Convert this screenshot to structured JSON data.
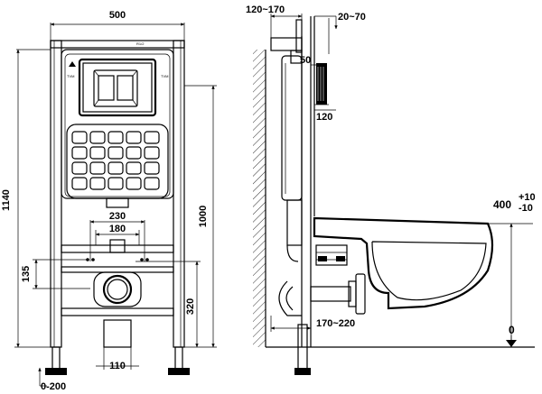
{
  "front_view": {
    "width_top": "500",
    "height_total": "1140",
    "height_frame": "1000",
    "flush_spacing": "230",
    "spacing_inner": "180",
    "side_135": "135",
    "height_320": "320",
    "bottom_110": "110",
    "leg_adjust": "0-200",
    "plate_top_label": "R1/2",
    "side_tag_left": "TVM",
    "side_tag_right": "TVM"
  },
  "side_view": {
    "wall_depth": "120~170",
    "top_20_70": "20~70",
    "pipe_50": "50",
    "pipe_120": "120",
    "bowl_height_main": "400",
    "bowl_height_sup": "+10",
    "bowl_height_sub": "-10",
    "distance_170_220": "170~220",
    "floor_zero": "0"
  }
}
